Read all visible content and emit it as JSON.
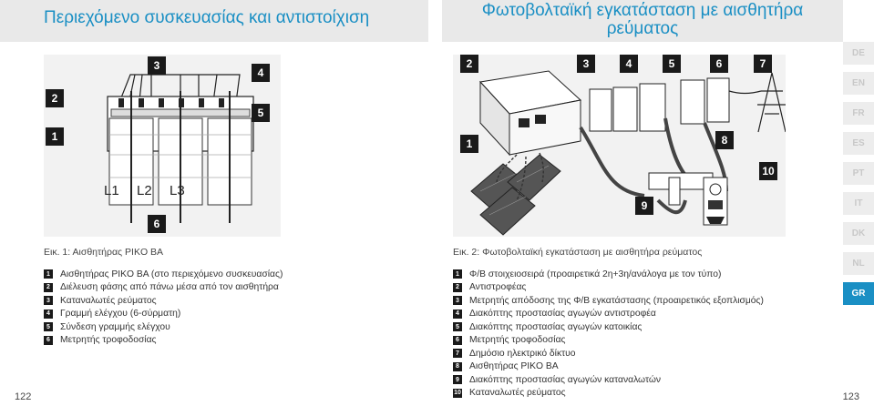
{
  "header": {
    "left_title": "Περιεχόμενο συσκευασίας και αντιστοίχιση",
    "right_title_line1": "Φωτοβολταϊκή εγκατάσταση με αισθητήρα",
    "right_title_line2": "ρεύματος"
  },
  "tabs": [
    {
      "label": "DE",
      "active": false
    },
    {
      "label": "EN",
      "active": false
    },
    {
      "label": "FR",
      "active": false
    },
    {
      "label": "ES",
      "active": false
    },
    {
      "label": "PT",
      "active": false
    },
    {
      "label": "IT",
      "active": false
    },
    {
      "label": "DK",
      "active": false
    },
    {
      "label": "NL",
      "active": false
    },
    {
      "label": "GR",
      "active": true
    }
  ],
  "fig1": {
    "callouts": [
      "3",
      "4",
      "2",
      "5",
      "1",
      "6"
    ],
    "phase_labels": [
      "L1",
      "L2",
      "L3"
    ],
    "caption": "Εικ. 1: Αισθητήρας PIKO BA"
  },
  "fig2": {
    "callouts": [
      "2",
      "3",
      "4",
      "5",
      "6",
      "7",
      "1",
      "8",
      "9",
      "10"
    ],
    "caption": "Εικ. 2: Φωτοβολταϊκή εγκατάσταση με αισθητήρα ρεύματος"
  },
  "list1": [
    {
      "n": "1",
      "text": "Αισθητήρας PIKO BA (στο περιεχόμενο συσκευασίας)"
    },
    {
      "n": "2",
      "text": "Διέλευση φάσης από πάνω μέσα από τον αισθητήρα"
    },
    {
      "n": "3",
      "text": "Καταναλωτές ρεύματος"
    },
    {
      "n": "4",
      "text": "Γραμμή ελέγχου (6-σύρματη)"
    },
    {
      "n": "5",
      "text": "Σύνδεση γραμμής ελέγχου"
    },
    {
      "n": "6",
      "text": "Μετρητής τροφοδοσίας"
    }
  ],
  "list2": [
    {
      "n": "1",
      "text": "Φ/Β στοιχειοσειρά (προαιρετικά 2η+3η/ανάλογα με τον τύπο)"
    },
    {
      "n": "2",
      "text": "Αντιστροφέας"
    },
    {
      "n": "3",
      "text": "Μετρητής απόδοσης της Φ/Β εγκατάστασης (προαιρετικός εξοπλισμός)"
    },
    {
      "n": "4",
      "text": "Διακόπτης προστασίας αγωγών αντιστροφέα"
    },
    {
      "n": "5",
      "text": "Διακόπτης προστασίας αγωγών κατοικίας"
    },
    {
      "n": "6",
      "text": "Μετρητής τροφοδοσίας"
    },
    {
      "n": "7",
      "text": "Δημόσιο ηλεκτρικό δίκτυο"
    },
    {
      "n": "8",
      "text": "Αισθητήρας PIKO BA"
    },
    {
      "n": "9",
      "text": "Διακόπτης προστασίας αγωγών καταναλωτών"
    },
    {
      "n": "10",
      "text": "Καταναλωτές ρεύματος"
    }
  ],
  "page_left": "122",
  "page_right": "123",
  "colors": {
    "accent": "#1a8fc4",
    "header_bg": "#e9e9e9",
    "figure_bg": "#f2f2f2",
    "box": "#1a1a1a"
  }
}
